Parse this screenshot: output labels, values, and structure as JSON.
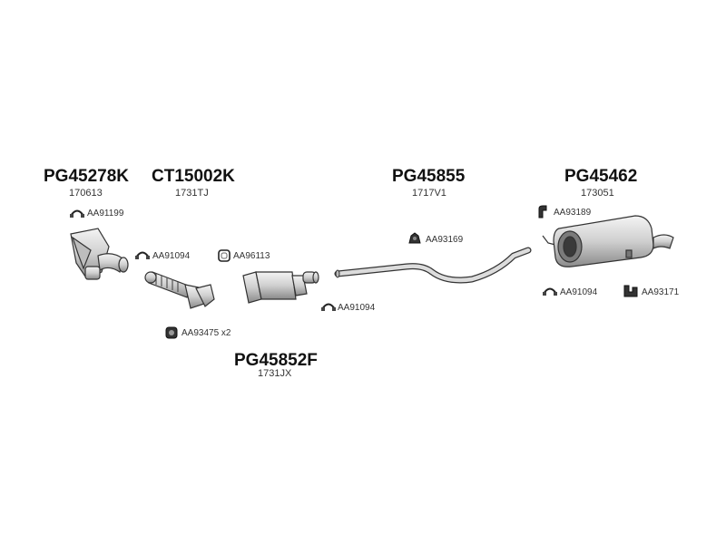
{
  "groups": {
    "g1": {
      "code": "PG45278K",
      "ref": "170613"
    },
    "g2": {
      "code": "CT15002K",
      "ref": "1731TJ"
    },
    "g3": {
      "code": "PG45855",
      "ref": "1717V1"
    },
    "g4": {
      "code": "PG45462",
      "ref": "173051"
    },
    "g5": {
      "code": "PG45852F",
      "ref": "1731JX"
    }
  },
  "accessories": {
    "a1": "AA91199",
    "a2": "AA91094",
    "a3": "AA96113",
    "a4": "AA93169",
    "a5": "AA91094",
    "a6": "AA93475 x2",
    "a7": "AA93189",
    "a8": "AA91094",
    "a9": "AA93171"
  },
  "icons": [
    "clamp-icon",
    "gasket-icon",
    "rubber-mount-icon",
    "bracket-icon",
    "nut-icon"
  ]
}
